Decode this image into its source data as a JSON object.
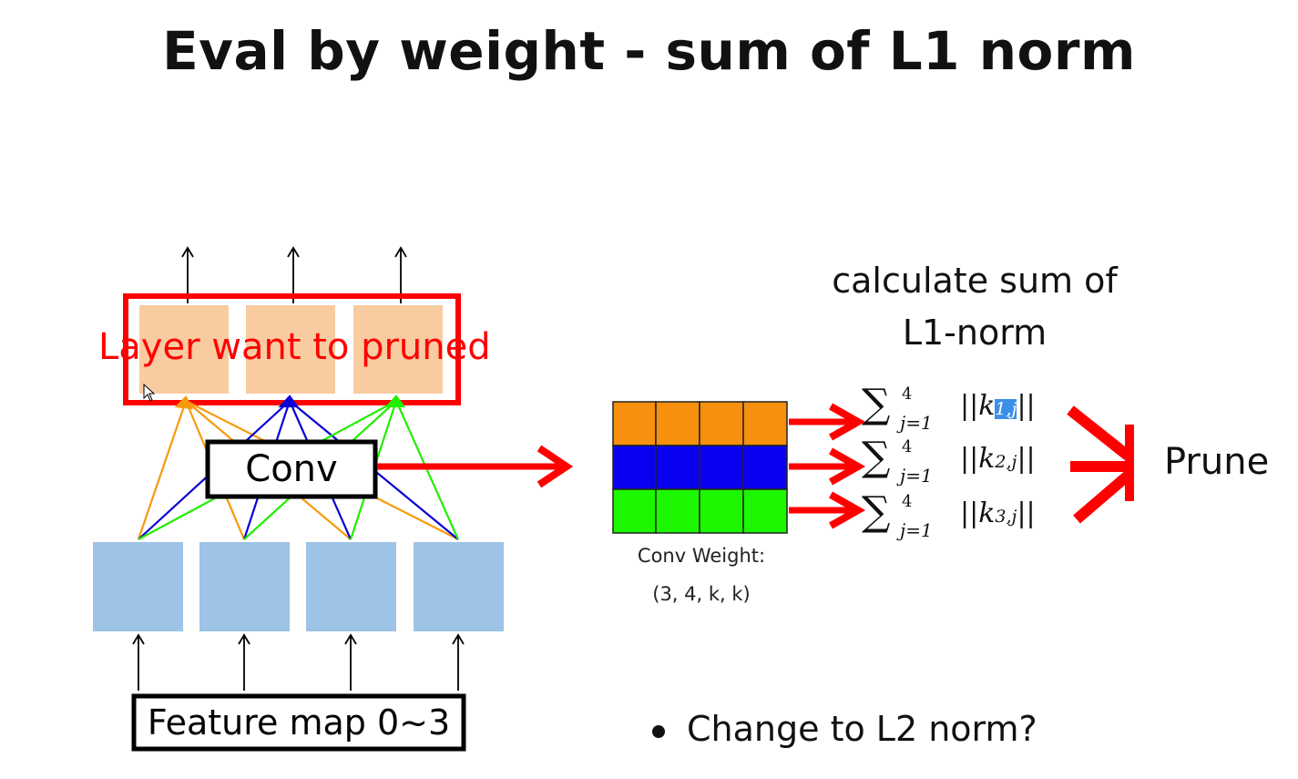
{
  "title": "Eval by weight - sum of L1 norm",
  "layer_label": "Layer want to pruned",
  "conv_label": "Conv",
  "feature_map_label": "Feature map 0~3",
  "calc_label": {
    "line1": "calculate sum of",
    "line2": "L1-norm"
  },
  "conv_weight_label": {
    "line1": "Conv Weight:",
    "line2": "(3, 4, k, k)"
  },
  "formulas": [
    {
      "sigma": "∑",
      "upper": "4",
      "lower": "j=1",
      "bars_open": "||",
      "k": "k",
      "index": "1,j",
      "bars_close": "||",
      "highlighted": true
    },
    {
      "sigma": "∑",
      "upper": "4",
      "lower": "j=1",
      "bars_open": "||",
      "k": "k",
      "index": "2,j",
      "bars_close": "||",
      "highlighted": false
    },
    {
      "sigma": "∑",
      "upper": "4",
      "lower": "j=1",
      "bars_open": "||",
      "k": "k",
      "index": "3,j",
      "bars_close": "||",
      "highlighted": false
    }
  ],
  "prune_label": "Prune",
  "bullet": "Change to L2 norm?",
  "colors": {
    "highlight_red": "#ff0000",
    "output_box": "#f8cba0",
    "input_box": "#9dc3e6",
    "edge_orange": "#f79a0e",
    "edge_blue": "#0a00d8",
    "edge_green": "#22ee00",
    "row1": "#f7900e",
    "row2": "#0a00f0",
    "row3": "#1cf700",
    "selection": "#3b8fe8"
  },
  "icons": [
    "mouse-cursor-icon"
  ]
}
